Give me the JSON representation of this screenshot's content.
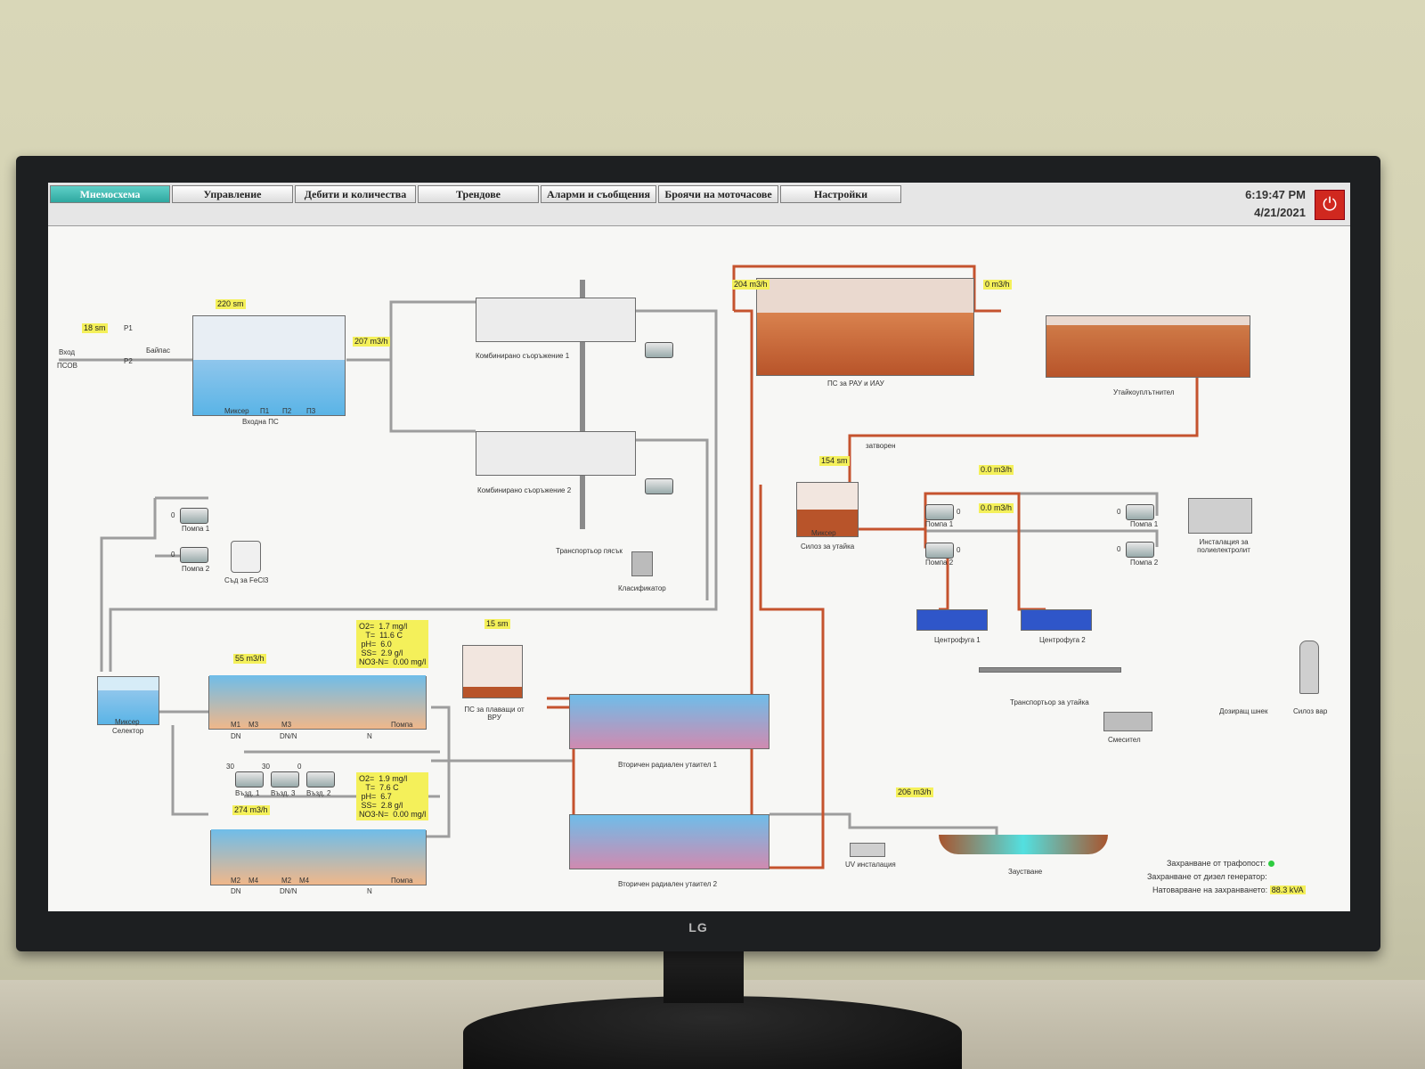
{
  "tabs": [
    {
      "label": "Мнемосхема",
      "active": true
    },
    {
      "label": "Управление",
      "active": false
    },
    {
      "label": "Дебити и количества",
      "active": false
    },
    {
      "label": "Трендове",
      "active": false
    },
    {
      "label": "Аларми и съобщения",
      "active": false
    },
    {
      "label": "Броячи на моточасове",
      "active": false
    },
    {
      "label": "Настройки",
      "active": false
    }
  ],
  "clock": {
    "time": "6:19:47 PM",
    "date": "4/21/2021"
  },
  "monitor_brand": "LG",
  "inlet": {
    "label_top": "Вход",
    "label_bottom": "ПСОВ",
    "level": "18 sm",
    "p1": "P1",
    "p2": "P2",
    "bypass": "Байпас"
  },
  "inlet_ps": {
    "level": "220 sm",
    "label": "Входна ПС",
    "mixer": "Миксер",
    "p1": "П1",
    "p2": "П2",
    "p3": "П3",
    "flow": "207 m3/h"
  },
  "screens": {
    "s1": "Комбинирано съоръжение 1",
    "s2": "Комбинирано съоръжение 2"
  },
  "sand_transport": "Транспортьор пясък",
  "classifier": "Класификатор",
  "fecl3": {
    "pump1": "Помпа 1",
    "pump2": "Помпа 2",
    "pump_state": "0",
    "vessel": "Съд за FeCl3"
  },
  "ps_rau": {
    "label": "ПС за РАУ и ИАУ",
    "flow_in": "204 m3/h",
    "flow_out": "0 m3/h"
  },
  "thickener": "Утайкоуплътнител",
  "closed": "затворен",
  "silo": {
    "level": "154 sm",
    "label": "Силоз за утайка",
    "mixer": "Миксер"
  },
  "sludge_pumps": {
    "flow1": "0.0 m3/h",
    "flow2": "0.0 m3/h",
    "p1": "Помпа 1",
    "p2": "Помпа 2",
    "state": "0"
  },
  "poly": {
    "p1": "Помпа 1",
    "p2": "Помпа 2",
    "label": "Инсталация за полиелектролит",
    "state": "0"
  },
  "centrifuges": {
    "c1": "Центрофуга 1",
    "c2": "Центрофуга 2"
  },
  "conveyor": "Транспортьор за утайка",
  "dosing_screw": "Дозиращ шнек",
  "lime_silo": "Силоз вар",
  "mixer_eq": "Смесител",
  "selector": {
    "mixer": "Миксер",
    "label": "Селектор"
  },
  "line1": {
    "flow": "55 m3/h",
    "dn": "DN",
    "dnn": "DN/N",
    "n": "N",
    "m1": "M1",
    "m3a": "M3",
    "m3b": "M3",
    "pump": "Помпа",
    "readout": "O2=  1.7 mg/l\n   T=  11.6 C\n pH=  6.0\n SS=  2.9 g/l\nNO3-N=  0.00 mg/l"
  },
  "line2": {
    "flow": "274 m3/h",
    "dn": "DN",
    "dnn": "DN/N",
    "n": "N",
    "m2a": "M2",
    "m4a": "M4",
    "m2b": "M2",
    "m4b": "M4",
    "pump": "Помпа",
    "readout": "O2=  1.9 mg/l\n   T=  7.6 C\n pH=  6.7\n SS=  2.8 g/l\nNO3-N=  0.00 mg/l"
  },
  "blowers": {
    "b1": "Възд. 1",
    "b2": "Възд. 2",
    "b3": "Възд. 3",
    "v30a": "30",
    "v30b": "30",
    "v0": "0"
  },
  "ps_floating": {
    "level": "15 sm",
    "label": "ПС за плаващи от ВРУ"
  },
  "clarifiers": {
    "c1": "Вторичен радиален утаител 1",
    "c2": "Вторичен радиален утаител 2"
  },
  "uv": {
    "label": "UV инсталация",
    "flow": "206 m3/h"
  },
  "outlet": "Заустване",
  "power_status": {
    "trafo": "Захранване от трафопост:",
    "diesel": "Захранване от дизел генератор:",
    "load_label": "Натоварване на захранването:",
    "load_value": "88.3 kVA"
  },
  "colors": {
    "pipe_sludge": "#c5532e",
    "pipe_gray": "#9d9d9d",
    "water": "#5ab4e6",
    "sludge": "#b8542a",
    "tab_active": "#3bb7ae",
    "tag": "#f4f05a"
  }
}
